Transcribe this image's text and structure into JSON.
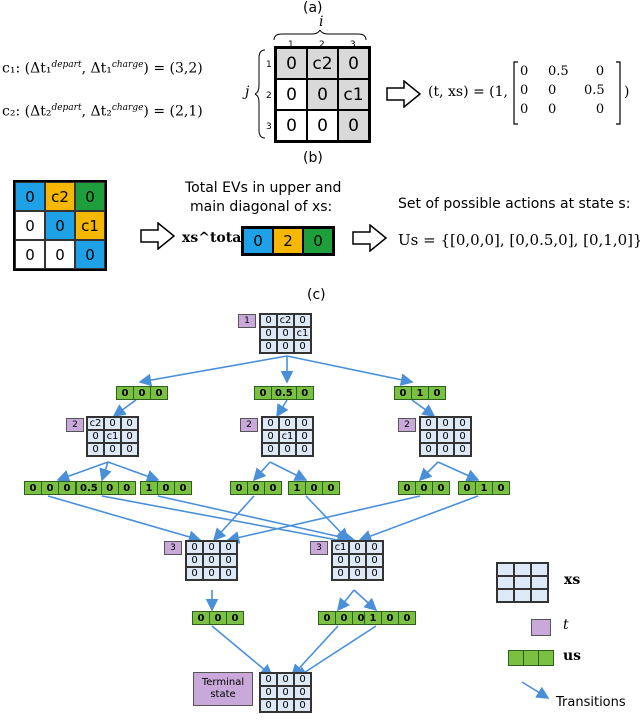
{
  "panel_a": {
    "label": "(a)",
    "axis_i": "i",
    "axis_j": "j",
    "col_indices": [
      "1",
      "2",
      "3"
    ],
    "row_indices": [
      "1",
      "2",
      "3"
    ],
    "eq1": "c1: (Δt1^depart, Δt1^charge) = (3,2)",
    "eq1_lhs": "c₁: (Δt₁",
    "eq1_sup1": "depart",
    "eq1_mid": ", Δt₁",
    "eq1_sup2": "charge",
    "eq1_rhs": ") = (3,2)",
    "eq2_lhs": "c₂: (Δt₂",
    "eq2_sup1": "depart",
    "eq2_mid": ", Δt₂",
    "eq2_sup2": "charge",
    "eq2_rhs": ") = (2,1)",
    "matrix": [
      [
        "0",
        "c2",
        "0"
      ],
      [
        "0",
        "0",
        "c1"
      ],
      [
        "0",
        "0",
        "0"
      ]
    ],
    "state_lhs": "(t, xs) = (1,",
    "state_matrix": [
      [
        "0",
        "0.5",
        "0"
      ],
      [
        "0",
        "0",
        "0.5"
      ],
      [
        "0",
        "0",
        "0"
      ]
    ],
    "state_close": ")"
  },
  "panel_b": {
    "label": "(b)",
    "matrix": [
      [
        "0",
        "c2",
        "0"
      ],
      [
        "0",
        "0",
        "c1"
      ],
      [
        "0",
        "0",
        "0"
      ]
    ],
    "total_title_1": "Total EVs in upper and",
    "total_title_2": "main diagonal of xs:",
    "total_lhs": "xs^total=",
    "total_vals": [
      "0",
      "2",
      "0"
    ],
    "actions_title": "Set of possible actions at state s:",
    "actions_eq": "Us = {[0,0,0], [0,0.5,0], [0,1,0]}"
  },
  "panel_c": {
    "label": "(c)",
    "root": {
      "t": "1",
      "grid": [
        [
          "0",
          "c2",
          "0"
        ],
        [
          "0",
          "0",
          "c1"
        ],
        [
          "0",
          "0",
          "0"
        ]
      ]
    },
    "level1_actions": [
      [
        "0",
        "0",
        "0"
      ],
      [
        "0",
        "0.5",
        "0"
      ],
      [
        "0",
        "1",
        "0"
      ]
    ],
    "level2": [
      {
        "t": "2",
        "grid": [
          [
            "c2",
            "0",
            "0"
          ],
          [
            "0",
            "c1",
            "0"
          ],
          [
            "0",
            "0",
            "0"
          ]
        ]
      },
      {
        "t": "2",
        "grid": [
          [
            "0",
            "0",
            "0"
          ],
          [
            "0",
            "c1",
            "0"
          ],
          [
            "0",
            "0",
            "0"
          ]
        ]
      },
      {
        "t": "2",
        "grid": [
          [
            "0",
            "0",
            "0"
          ],
          [
            "0",
            "0",
            "0"
          ],
          [
            "0",
            "0",
            "0"
          ]
        ]
      }
    ],
    "level2_actions": [
      [
        "0",
        "0",
        "0"
      ],
      [
        "0.5",
        "0",
        "0"
      ],
      [
        "1",
        "0",
        "0"
      ],
      [
        "0",
        "0",
        "0"
      ],
      [
        "1",
        "0",
        "0"
      ],
      [
        "0",
        "0",
        "0"
      ],
      [
        "0",
        "1",
        "0"
      ]
    ],
    "level3": [
      {
        "t": "3",
        "grid": [
          [
            "0",
            "0",
            "0"
          ],
          [
            "0",
            "0",
            "0"
          ],
          [
            "0",
            "0",
            "0"
          ]
        ]
      },
      {
        "t": "3",
        "grid": [
          [
            "c1",
            "0",
            "0"
          ],
          [
            "0",
            "0",
            "0"
          ],
          [
            "0",
            "0",
            "0"
          ]
        ]
      }
    ],
    "level3_actions": [
      [
        "0",
        "0",
        "0"
      ],
      [
        "0",
        "0",
        "0"
      ],
      [
        "1",
        "0",
        "0"
      ]
    ],
    "terminal_label": "Terminal state",
    "terminal_grid": [
      [
        "0",
        "0",
        "0"
      ],
      [
        "0",
        "0",
        "0"
      ],
      [
        "0",
        "0",
        "0"
      ]
    ]
  },
  "legend": {
    "xs": "xs",
    "t": "t",
    "us": "us",
    "transitions": "Transitions"
  },
  "colors": {
    "blue": "#1ea1e6",
    "orange": "#f5b700",
    "green": "#1f9f3c",
    "state_fill": "#dde9f6",
    "time_fill": "#c8a9d9",
    "action_fill": "#7ac142",
    "arrow": "#4a90d9"
  }
}
